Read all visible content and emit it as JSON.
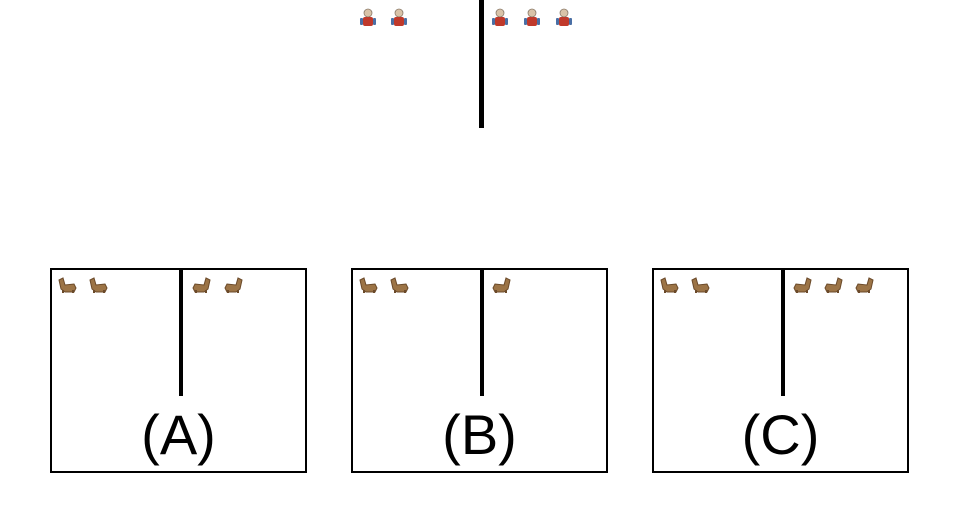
{
  "top_group": {
    "left_icons": [
      "person-icon",
      "person-icon"
    ],
    "right_icons": [
      "person-icon",
      "person-icon",
      "person-icon"
    ]
  },
  "options": [
    {
      "label": "(A)",
      "left_icons": [
        "chair-icon",
        "chair-icon"
      ],
      "right_icons": [
        "chair-icon",
        "chair-icon"
      ]
    },
    {
      "label": "(B)",
      "left_icons": [
        "chair-icon",
        "chair-icon"
      ],
      "right_icons": [
        "chair-icon"
      ]
    },
    {
      "label": "(C)",
      "left_icons": [
        "chair-icon",
        "chair-icon"
      ],
      "right_icons": [
        "chair-icon",
        "chair-icon",
        "chair-icon"
      ]
    }
  ],
  "colors": {
    "person_head": "#d9c3a8",
    "person_body": "#c0392b",
    "person_arms": "#4a6fa5",
    "chair_wood": "#9c7446",
    "chair_dark": "#6b4a2a"
  }
}
